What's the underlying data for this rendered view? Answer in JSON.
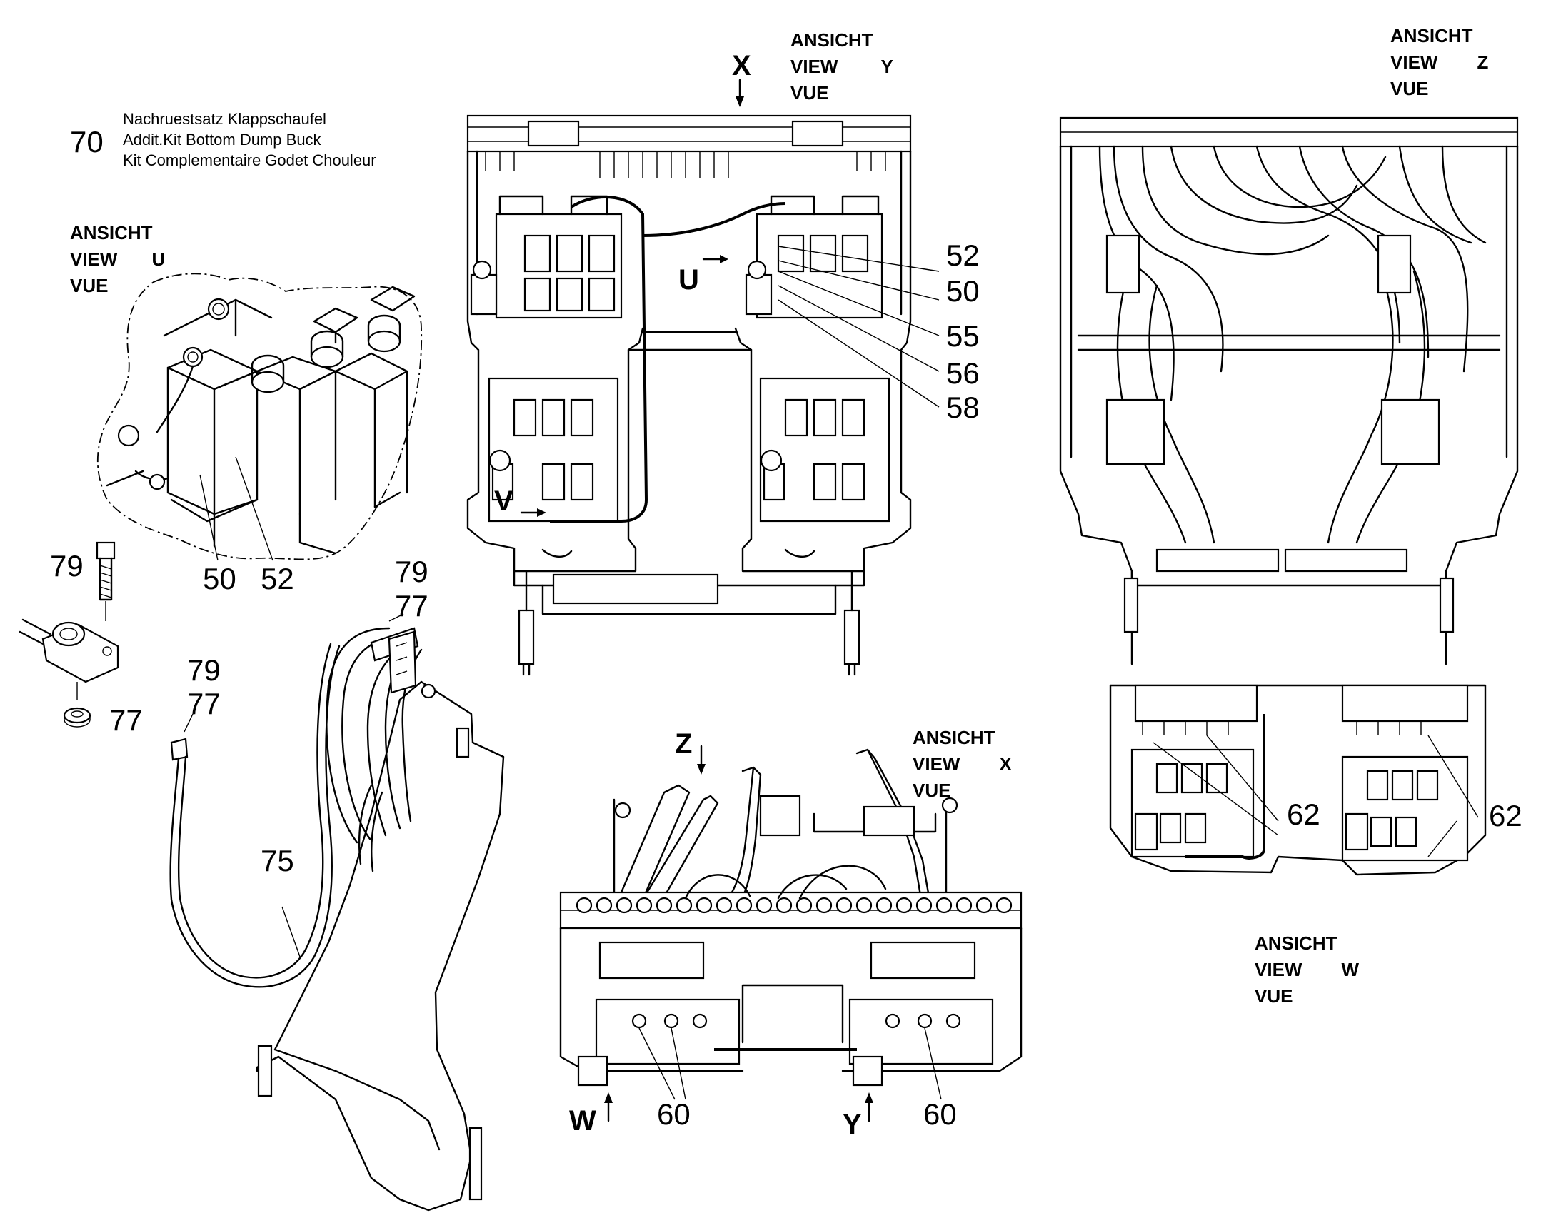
{
  "kit": {
    "number": "70",
    "lines": [
      "Nachruestsatz Klappschaufel",
      "Addit.Kit Bottom Dump Buck",
      "Kit Complementaire Godet Chouleur"
    ]
  },
  "views": {
    "u": {
      "ansicht": "ANSICHT",
      "view": "VIEW",
      "letter": "U",
      "vue": "VUE"
    },
    "y": {
      "ansicht": "ANSICHT",
      "view": "VIEW",
      "letter": "Y",
      "vue": "VUE"
    },
    "z": {
      "ansicht": "ANSICHT",
      "view": "VIEW",
      "letter": "Z",
      "vue": "VUE"
    },
    "x": {
      "ansicht": "ANSICHT",
      "view": "VIEW",
      "letter": "X",
      "vue": "VUE"
    },
    "w": {
      "ansicht": "ANSICHT",
      "view": "VIEW",
      "letter": "W",
      "vue": "VUE"
    }
  },
  "arrows": {
    "x": "X",
    "u": "U",
    "v": "V",
    "z": "Z",
    "w": "W",
    "y": "Y"
  },
  "callouts": {
    "detail_u_50": "50",
    "detail_u_52": "52",
    "bolt_79": "79",
    "seal_77": "77",
    "hose_79": "79",
    "hose_77": "77",
    "hose_75": "75",
    "arm_79": "79",
    "arm_77": "77",
    "top_52": "52",
    "top_50": "50",
    "top_55": "55",
    "top_56": "56",
    "top_58": "58",
    "front_60_left": "60",
    "front_60_right": "60",
    "viewz_62_left": "62",
    "viewz_62_right": "62"
  },
  "icons": [
    "dimension-arrow-icon",
    "exploded-part-drawing"
  ]
}
